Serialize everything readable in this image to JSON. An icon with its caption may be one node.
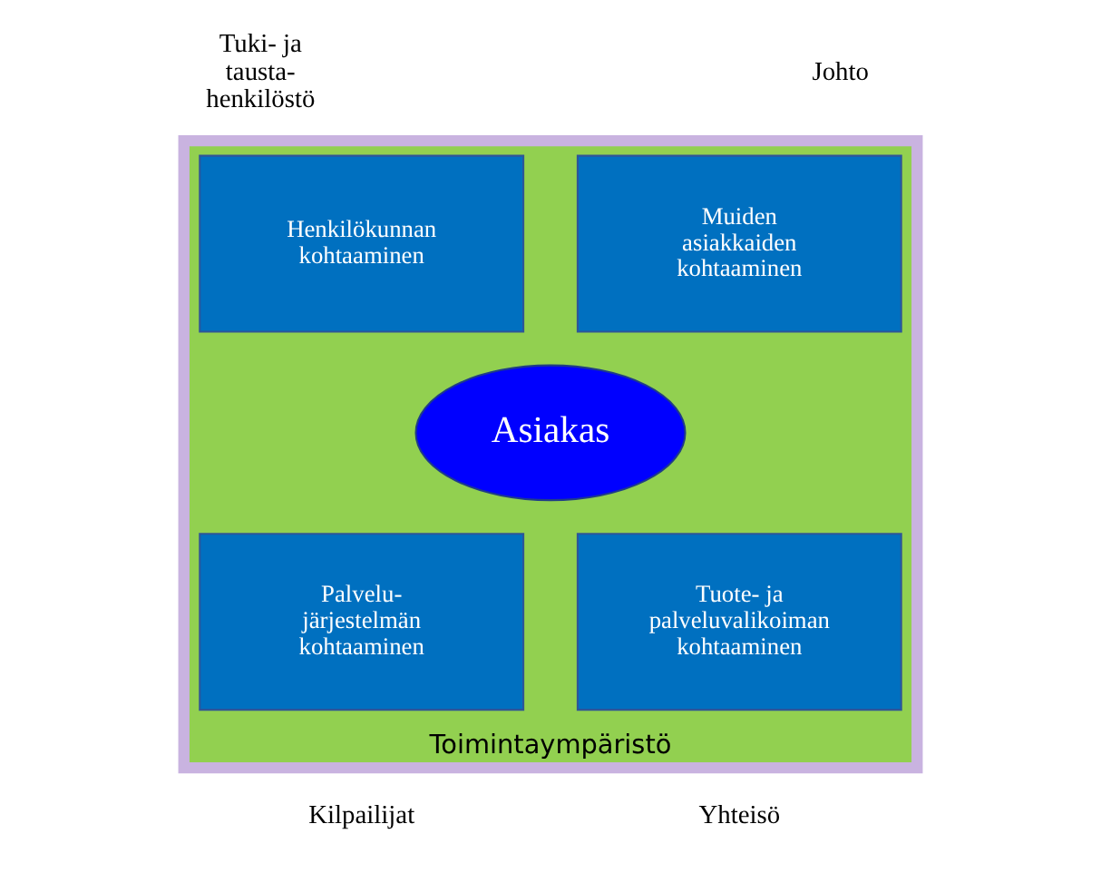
{
  "diagram": {
    "nodes": [
      {
        "text": [
          "Toimintaympäristö"
        ]
      },
      {
        "text": [
          "Henkilökunnan kohtaaminen"
        ],
        "in": 0
      },
      {
        "text": [
          "Muiden asiakkaiden kohtaaminen"
        ],
        "in": 0
      },
      {
        "text": [
          "Asiakas"
        ],
        "in": 0
      },
      {
        "text": [
          "Palvelu- järjestelmän kohtaaminen"
        ],
        "in": 0
      },
      {
        "text": [
          "Tuote- ja palveluvalikoiman kohtaaminen"
        ],
        "in": 0
      }
    ],
    "labels": [
      "Tuki- ja tausta- henkilöstö",
      "Johto",
      "Kilpailijat",
      "Yhteisö"
    ]
  }
}
